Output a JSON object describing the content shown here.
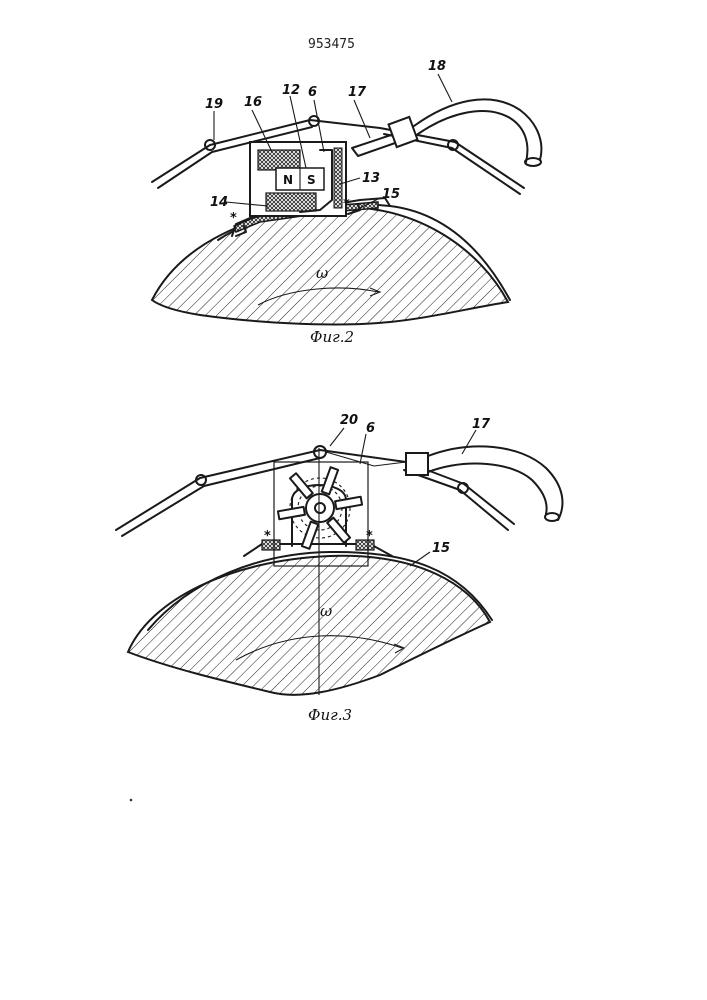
{
  "patent_number": "953475",
  "figure2": {
    "caption": "Фиг.2",
    "labels": {
      "l18": "18",
      "l19": "19",
      "l16": "16",
      "l12": "12",
      "l6": "6",
      "l17": "17",
      "l13": "13",
      "l14": "14",
      "l15": "15"
    },
    "magnet_north": "N",
    "magnet_south": "S",
    "omega": "ω"
  },
  "figure3": {
    "caption": "Фиг.3",
    "labels": {
      "l20": "20",
      "l6": "6",
      "l17": "17",
      "l15": "15"
    },
    "omega": "ω"
  }
}
